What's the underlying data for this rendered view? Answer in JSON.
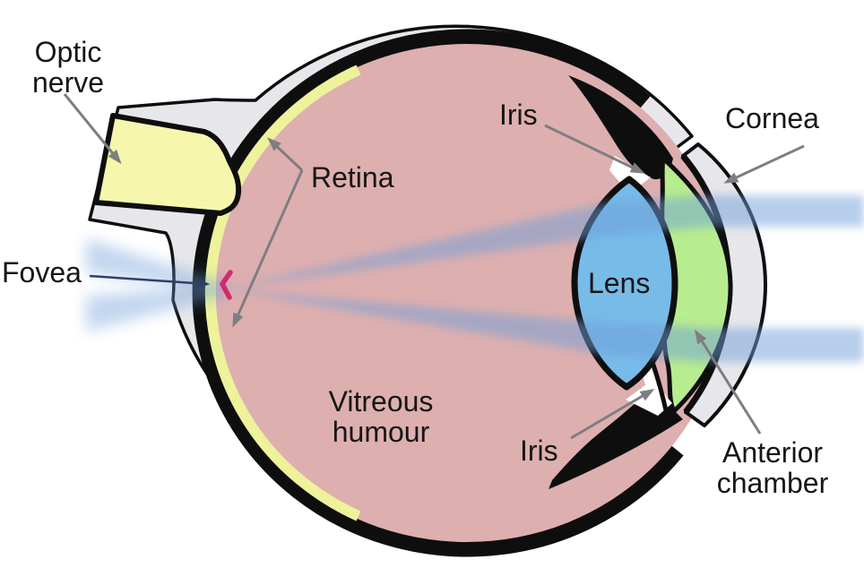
{
  "figure": {
    "type": "anatomical-diagram",
    "subject": "Human eye cross-section with light path",
    "labels": {
      "optic_nerve_line1": "Optic",
      "optic_nerve_line2": "nerve",
      "retina": "Retina",
      "fovea": "Fovea",
      "iris_top": "Iris",
      "cornea": "Cornea",
      "lens": "Lens",
      "vitreous_line1": "Vitreous",
      "vitreous_line2": "humour",
      "iris_bottom": "Iris",
      "anterior_chamber_line1": "Anterior",
      "anterior_chamber_line2": "chamber"
    },
    "colors": {
      "background": "#ffffff",
      "outline": "#0e0e0e",
      "sclera": "#e7e7eb",
      "vitreous_humour": "#deafaf",
      "optic_nerve": "#f6f6ac",
      "retina_layer": "#eef29b",
      "lens": "#77bbe9",
      "anterior_chamber": "#b7ec8f",
      "light_beam": "#6f9fd8",
      "fovea_mark": "#d4296e",
      "leader_arrow": "#7e7e81",
      "fovea_arrow": "#2e4066",
      "label_text": "#161616"
    }
  }
}
